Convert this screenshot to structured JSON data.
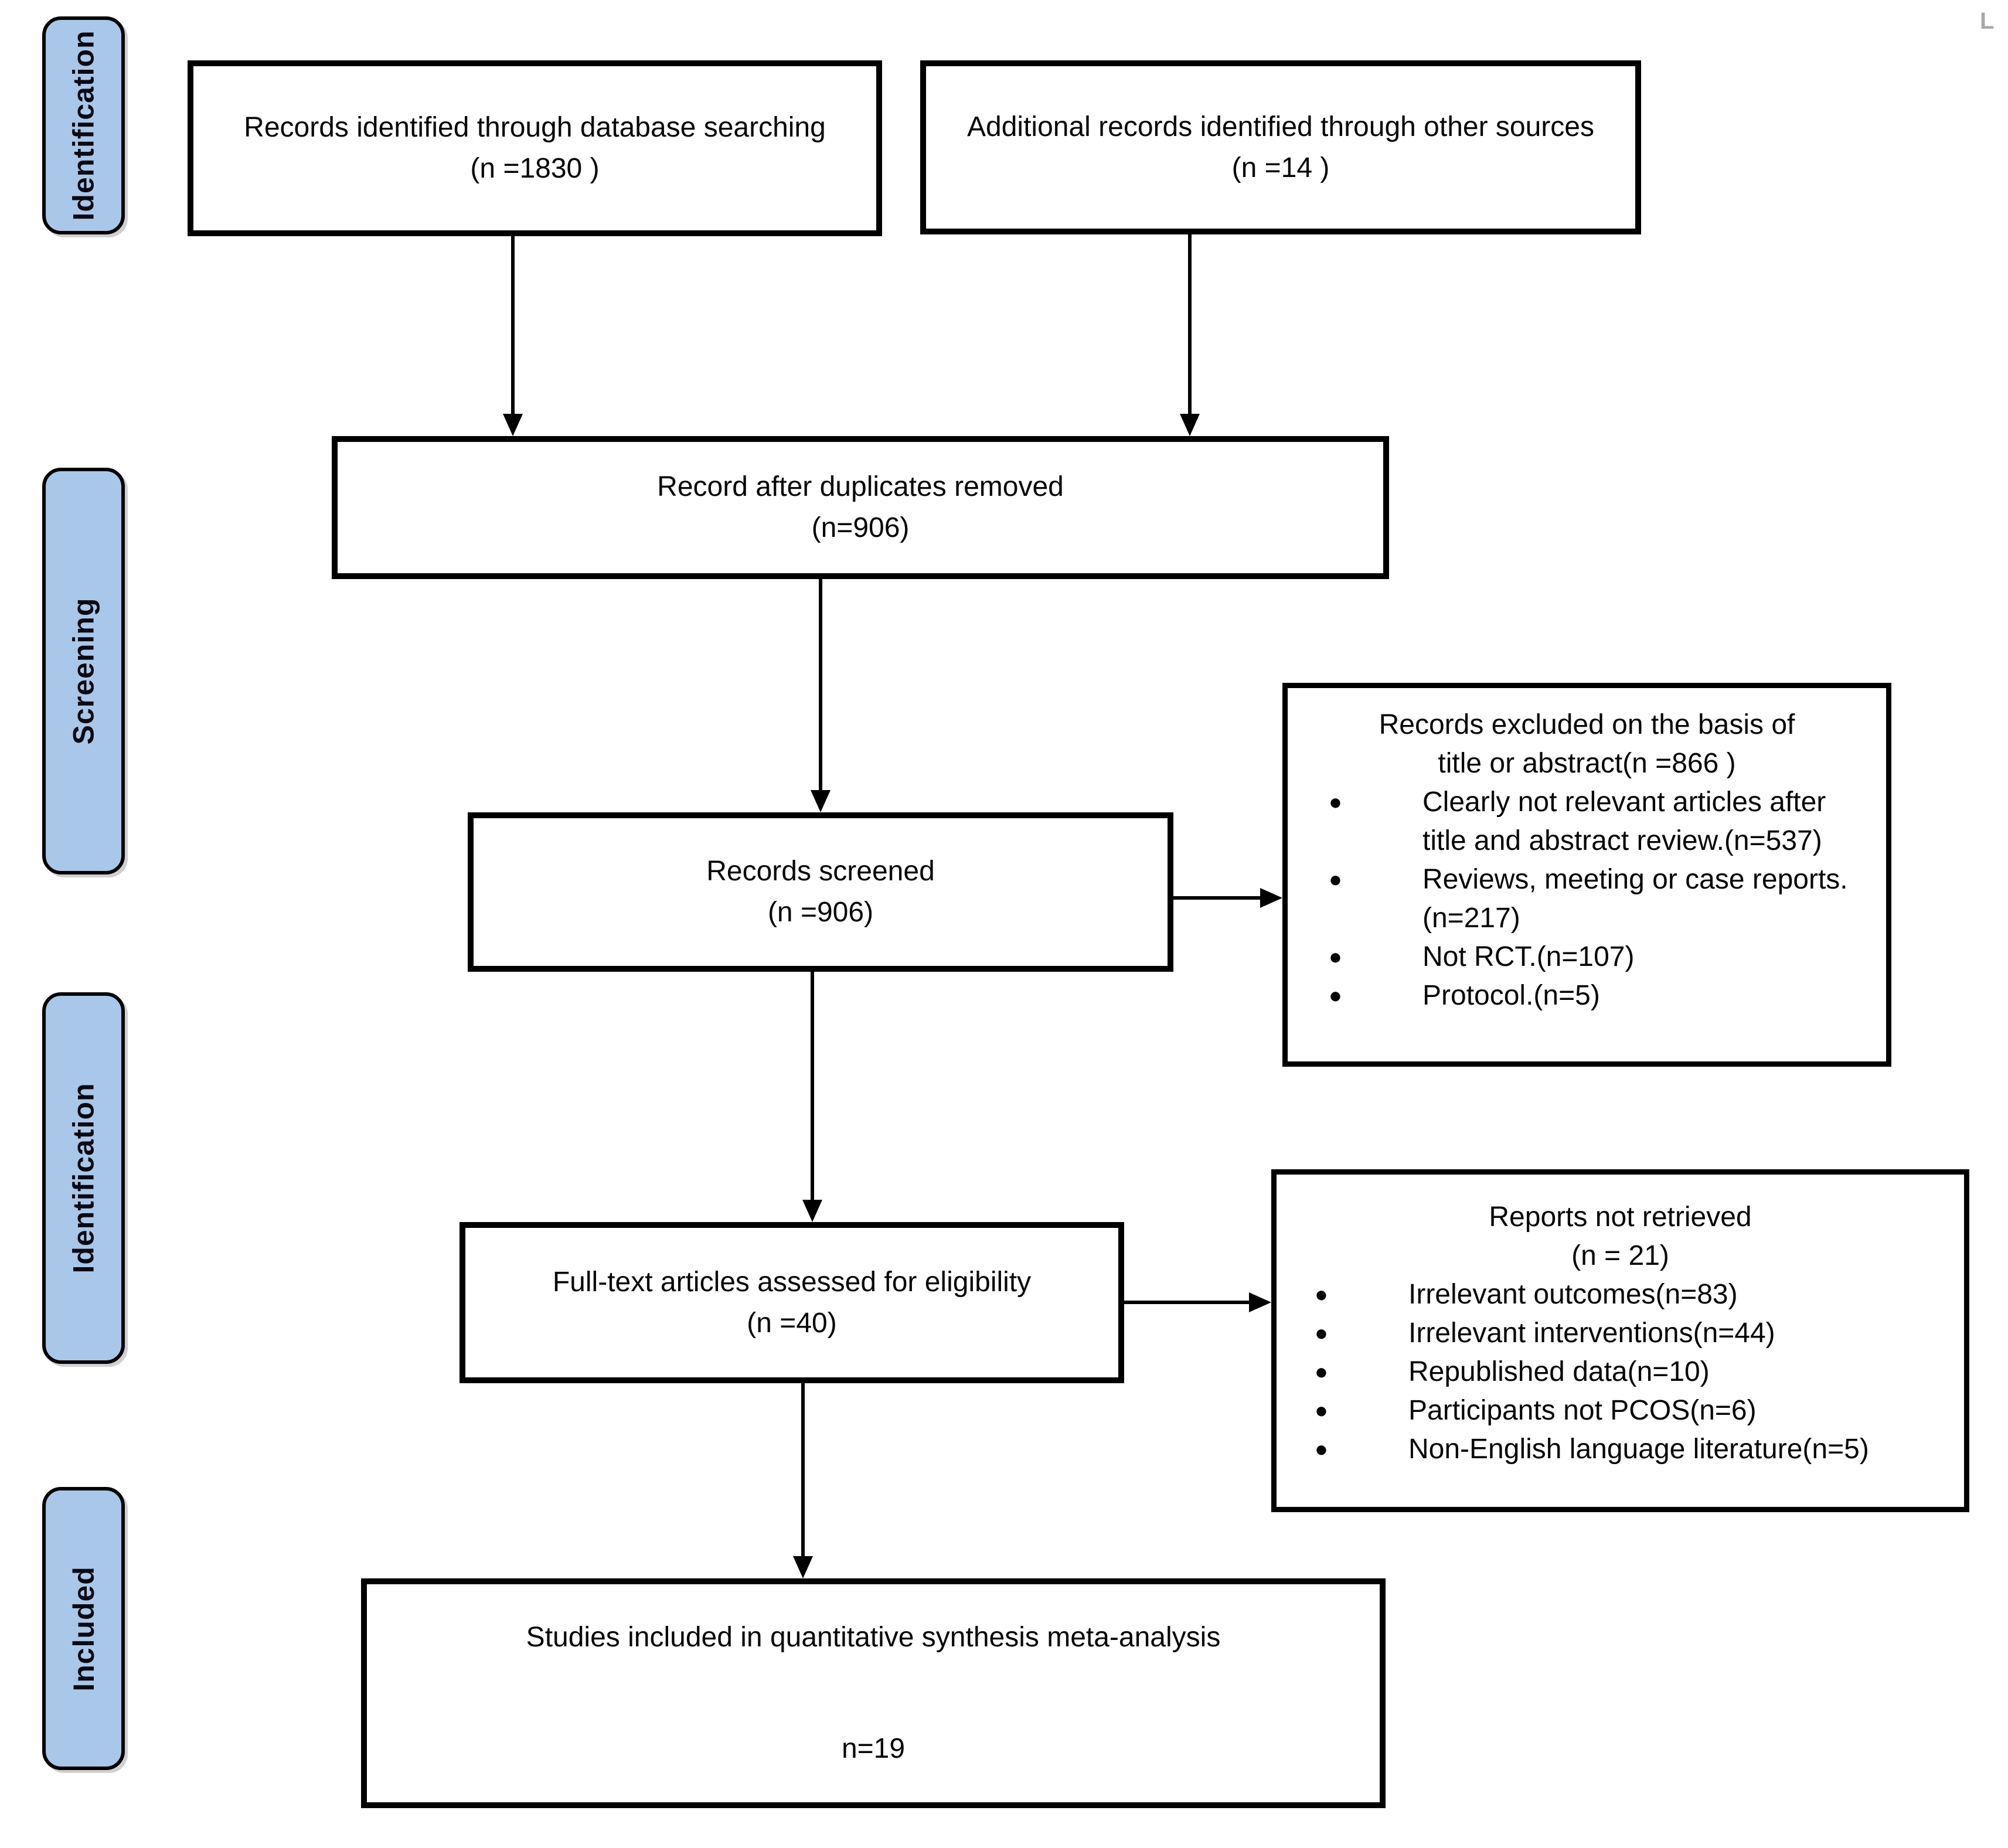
{
  "page": {
    "corner_mark": "L"
  },
  "sidebar": {
    "fill_color": "#a9c7e8",
    "stages": [
      {
        "label": "Identification"
      },
      {
        "label": "Screening"
      },
      {
        "label": "Identification"
      },
      {
        "label": "Included"
      }
    ]
  },
  "flow": {
    "database_records": {
      "text": "Records identified through database searching",
      "count": "(n =1830 )"
    },
    "additional_records": {
      "text": "Additional records identified through other sources",
      "count": "(n =14 )"
    },
    "deduplicated": {
      "text": "Record after duplicates removed",
      "count": "(n=906)"
    },
    "screened": {
      "text": "Records screened",
      "count": "(n =906)"
    },
    "fulltext": {
      "text": "Full-text articles assessed for eligibility",
      "count": "(n =40)"
    },
    "included": {
      "text": "Studies included in quantitative synthesis meta-analysis",
      "count": "n=19"
    }
  },
  "exclusions": {
    "title_abstract": {
      "title_lines": [
        "Records excluded on the basis of",
        "title or abstract(n =866 )"
      ],
      "reasons": [
        "Clearly not relevant articles after title and abstract review.(n=537)",
        "Reviews, meeting or case reports.(n=217)",
        "Not RCT.(n=107)",
        "Protocol.(n=5)"
      ]
    },
    "not_retrieved": {
      "title_lines": [
        "Reports not retrieved",
        "(n = 21)"
      ],
      "reasons": [
        "Irrelevant outcomes(n=83)",
        "Irrelevant interventions(n=44)",
        "Republished data(n=10)",
        "Participants not PCOS(n=6)",
        "Non-English language literature(n=5)"
      ]
    }
  }
}
